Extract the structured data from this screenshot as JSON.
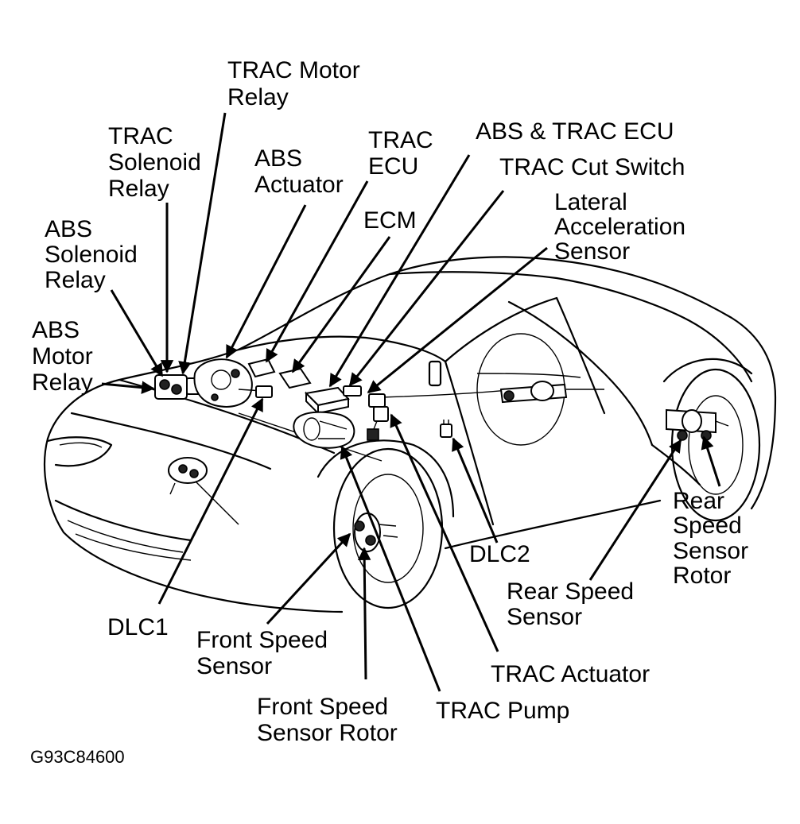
{
  "diagram": {
    "figure_code": "G93C84600",
    "labels": {
      "trac_motor_relay": [
        "TRAC Motor",
        "Relay"
      ],
      "trac_solenoid_relay": [
        "TRAC",
        "Solenoid",
        "Relay"
      ],
      "abs_actuator": [
        "ABS",
        "Actuator"
      ],
      "trac_ecu": [
        "TRAC",
        "ECU"
      ],
      "abs_trac_ecu": [
        "ABS & TRAC ECU"
      ],
      "trac_cut_switch": [
        "TRAC Cut Switch"
      ],
      "ecm": [
        "ECM"
      ],
      "lateral_accel_sensor": [
        "Lateral",
        "Acceleration",
        "Sensor"
      ],
      "abs_solenoid_relay": [
        "ABS",
        "Solenoid",
        "Relay"
      ],
      "abs_motor_relay": [
        "ABS",
        "Motor",
        "Relay"
      ],
      "rear_speed_sensor_rotor": [
        "Rear",
        "Speed",
        "Sensor",
        "Rotor"
      ],
      "dlc2": [
        "DLC2"
      ],
      "rear_speed_sensor": [
        "Rear Speed",
        "Sensor"
      ],
      "dlc1": [
        "DLC1"
      ],
      "front_speed_sensor": [
        "Front Speed",
        "Sensor"
      ],
      "trac_actuator": [
        "TRAC Actuator"
      ],
      "front_speed_sensor_rotor": [
        "Front Speed",
        "Sensor Rotor"
      ],
      "trac_pump": [
        "TRAC Pump"
      ]
    }
  }
}
